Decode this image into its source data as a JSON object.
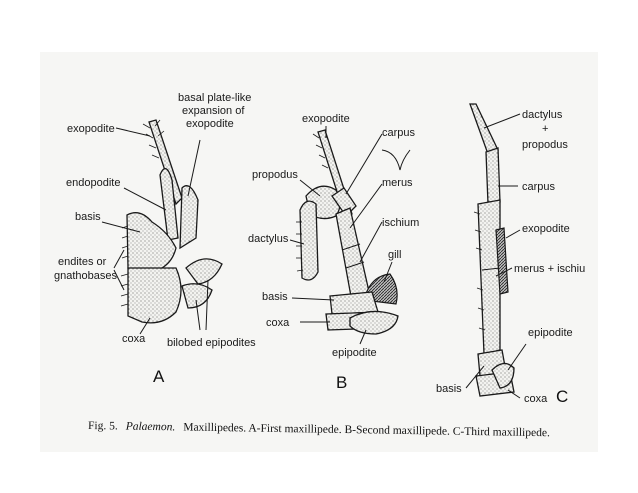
{
  "figure_a": {
    "letter": "A",
    "labels": {
      "exopodite": "exopodite",
      "basal_line1": "basal plate-like",
      "basal_line2": "expansion of",
      "basal_line3": "exopodite",
      "endopodite": "endopodite",
      "basis": "basis",
      "endites_line1": "endites or",
      "endites_line2": "gnathobases",
      "coxa": "coxa",
      "bilobed": "bilobed epipodites"
    }
  },
  "figure_b": {
    "letter": "B",
    "labels": {
      "exopodite": "exopodite",
      "carpus": "carpus",
      "propodus": "propodus",
      "merus": "merus",
      "ischium": "ischium",
      "dactylus": "dactylus",
      "gill": "gill",
      "basis": "basis",
      "coxa": "coxa",
      "epipodite": "epipodite"
    }
  },
  "figure_c": {
    "letter": "C",
    "labels": {
      "dactylus_line1": "dactylus",
      "dactylus_line2": "+",
      "dactylus_line3": "propodus",
      "carpus": "carpus",
      "exopodite": "exopodite",
      "merus_ischium": "merus + ischiu",
      "epipodite": "epipodite",
      "basis": "basis",
      "coxa": "coxa"
    }
  },
  "caption": {
    "prefix": "Fig. 5.",
    "genus": "Palaemon.",
    "rest": "Maxillipedes. A-First maxillipede. B-Second maxillipede. C-Third maxillipede."
  }
}
